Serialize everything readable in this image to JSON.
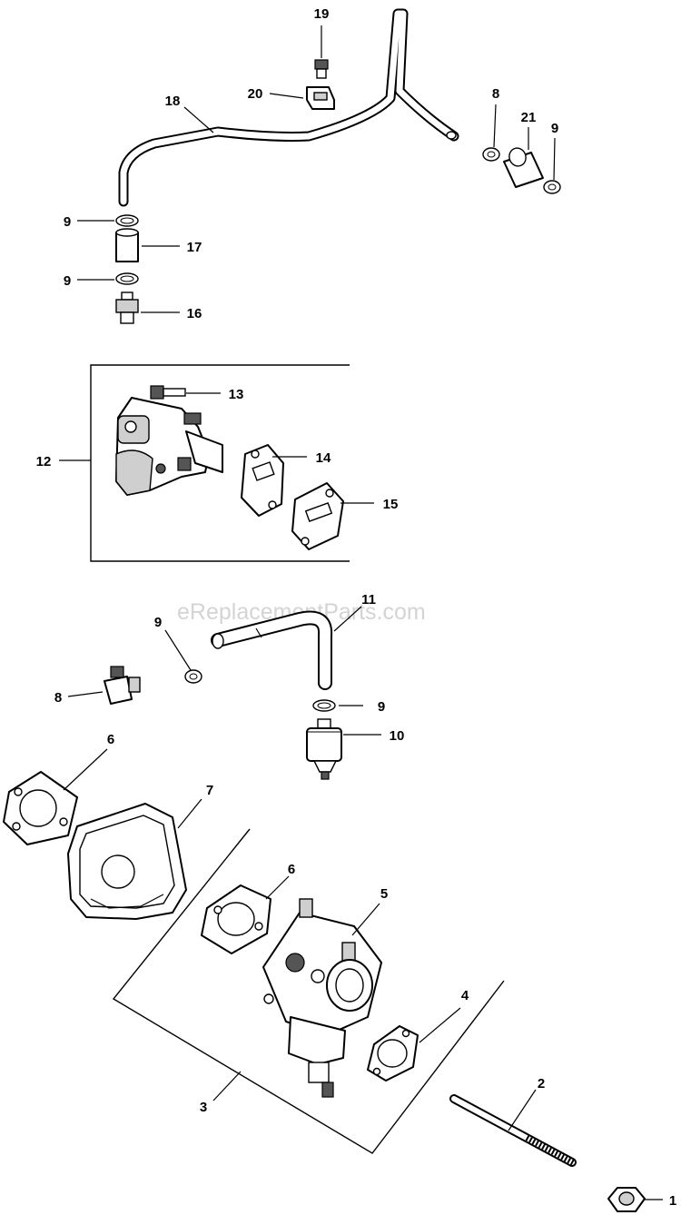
{
  "watermark": "eReplacementParts.com",
  "callouts": [
    {
      "id": "c19",
      "label": "19"
    },
    {
      "id": "c20",
      "label": "20"
    },
    {
      "id": "c18",
      "label": "18"
    },
    {
      "id": "c8a",
      "label": "8"
    },
    {
      "id": "c21",
      "label": "21"
    },
    {
      "id": "c9a",
      "label": "9"
    },
    {
      "id": "c9b",
      "label": "9"
    },
    {
      "id": "c17",
      "label": "17"
    },
    {
      "id": "c9c",
      "label": "9"
    },
    {
      "id": "c16",
      "label": "16"
    },
    {
      "id": "c13",
      "label": "13"
    },
    {
      "id": "c12",
      "label": "12"
    },
    {
      "id": "c14",
      "label": "14"
    },
    {
      "id": "c15",
      "label": "15"
    },
    {
      "id": "c11",
      "label": "11"
    },
    {
      "id": "c9d",
      "label": "9"
    },
    {
      "id": "c8b",
      "label": "8"
    },
    {
      "id": "c9e",
      "label": "9"
    },
    {
      "id": "c10",
      "label": "10"
    },
    {
      "id": "c6a",
      "label": "6"
    },
    {
      "id": "c7",
      "label": "7"
    },
    {
      "id": "c6b",
      "label": "6"
    },
    {
      "id": "c5",
      "label": "5"
    },
    {
      "id": "c4",
      "label": "4"
    },
    {
      "id": "c2",
      "label": "2"
    },
    {
      "id": "c3",
      "label": "3"
    },
    {
      "id": "c1",
      "label": "1"
    }
  ]
}
